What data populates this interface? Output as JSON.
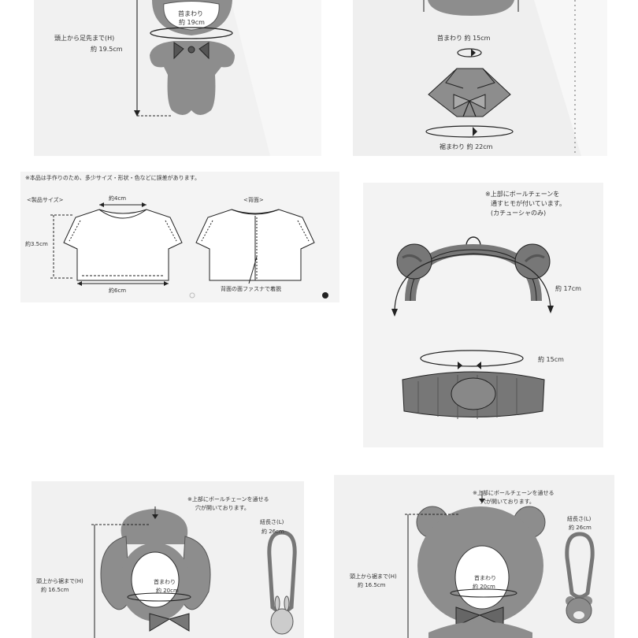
{
  "panels": {
    "plush_outfit": {
      "neck_label": "首まわり",
      "neck_value": "約 19cm",
      "height_label": "頭上から足先まで(H)",
      "height_value": "約 19.5cm"
    },
    "cape": {
      "neck_label": "首まわり 約 15cm",
      "hem_label": "裾まわり 約 22cm"
    },
    "shirt": {
      "note": "※本品は手作りのため、多少サイズ・形状・色などに誤差があります。",
      "product_size_label": "<製品サイズ>",
      "back_label": "<背面>",
      "neck_width": "約4cm",
      "height": "約3.5cm",
      "width": "約6cm",
      "zipper_note": "背面の面ファスナで着脱"
    },
    "headband": {
      "note_line1": "※上部にボールチェーンを",
      "note_line2": "通すヒモが付いています。",
      "note_line3": "(カチューシャのみ)",
      "headband_size": "約 17cm",
      "scrunchie_size": "約 15cm"
    },
    "bunny_hood": {
      "note_line1": "※上部にボールチェーンを通せる",
      "note_line2": "穴が開いております。",
      "strap_label": "紐長さ(L)",
      "strap_value": "約 26cm",
      "height_label": "頭上から裾まで(H)",
      "height_value": "約 16.5cm",
      "neck_label": "首まわり",
      "neck_value": "約 20cm"
    },
    "bear_hood": {
      "note_line1": "※上部にボールチェーンを通せる",
      "note_line2": "穴が開いております。",
      "strap_label": "紐長さ(L)",
      "strap_value": "約 26cm",
      "height_label": "頭上から裾まで(H)",
      "height_value": "約 16.5cm",
      "neck_label": "首まわり",
      "neck_value": "約 20cm"
    }
  },
  "colors": {
    "fur": "#8d8d8d",
    "fur_dark": "#6d6d6d",
    "panel_bg": "#f2f2f2",
    "line": "#222222"
  }
}
